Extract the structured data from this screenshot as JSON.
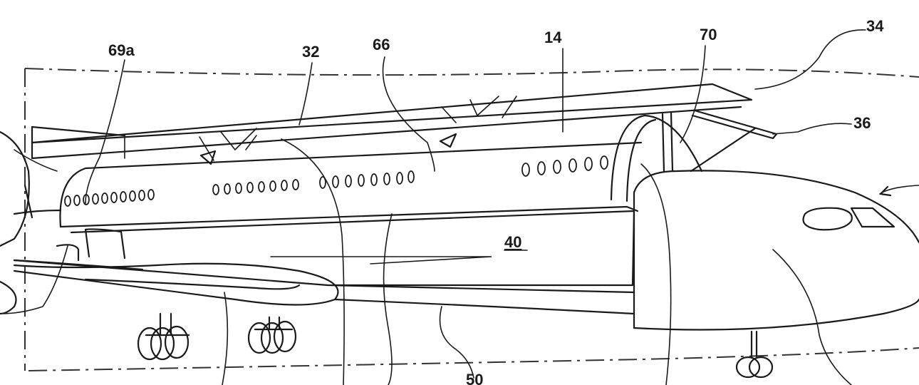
{
  "figure": {
    "labels": {
      "ref_69a": "69a",
      "ref_32": "32",
      "ref_66": "66",
      "ref_14": "14",
      "ref_70": "70",
      "ref_34": "34",
      "ref_36": "36",
      "ref_40": "40",
      "ref_50": "50"
    }
  }
}
